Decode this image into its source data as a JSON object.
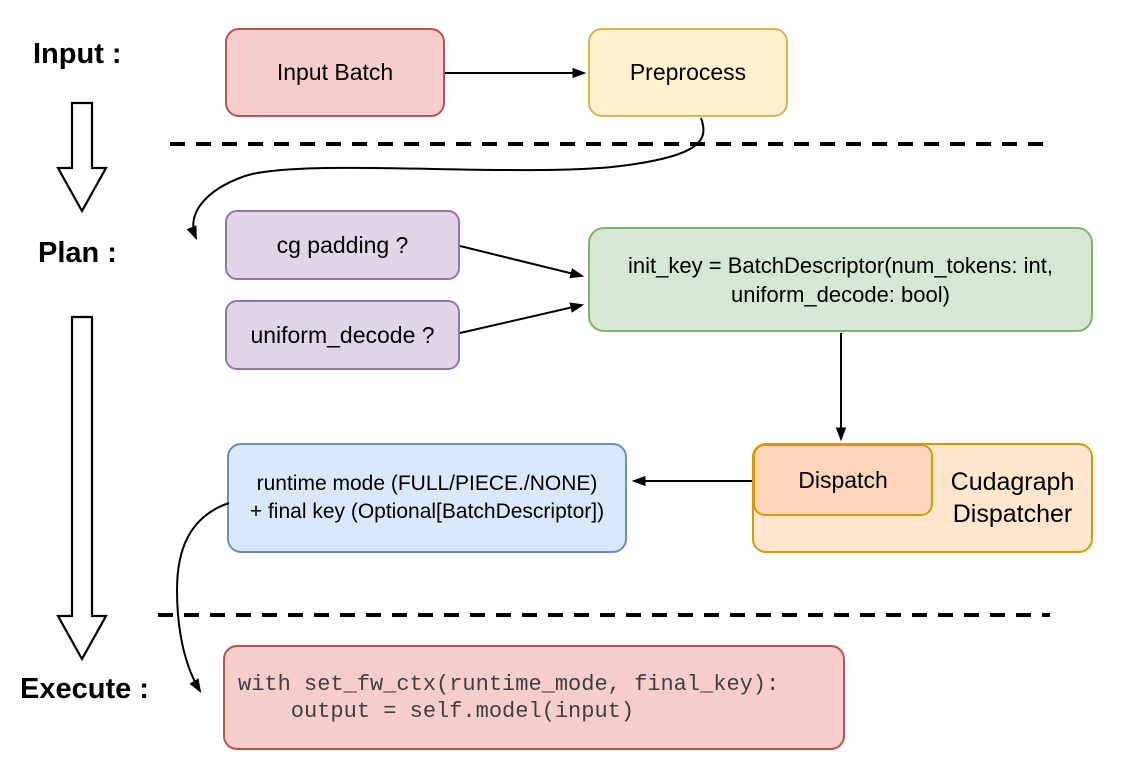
{
  "labels": {
    "input": "Input :",
    "plan": "Plan :",
    "execute": "Execute :"
  },
  "nodes": {
    "input_batch": {
      "text": "Input Batch"
    },
    "preprocess": {
      "text": "Preprocess"
    },
    "cg_padding": {
      "text": "cg padding ?"
    },
    "uniform_decode": {
      "text": "uniform_decode ?"
    },
    "init_key": {
      "line1": "init_key = BatchDescriptor(num_tokens: int,",
      "line2": "uniform_decode: bool)"
    },
    "dispatch": {
      "text": "Dispatch"
    },
    "cudagraph_dispatcher": {
      "line1": "Cudagraph",
      "line2": "Dispatcher"
    },
    "runtime_mode": {
      "line1": "runtime mode (FULL/PIECE./NONE)",
      "line2": "+ final key (Optional[BatchDescriptor])"
    },
    "execute_code": {
      "line1": "with set_fw_ctx(runtime_mode, final_key):",
      "line2": "    output = self.model(input)"
    }
  },
  "colors": {
    "red_fill": "#f8cecc",
    "red_stroke": "#b85450",
    "yellow_fill": "#fff2cc",
    "yellow_stroke": "#d6b656",
    "purple_fill": "#e1d5e7",
    "purple_stroke": "#9673a6",
    "green_fill": "#d5e8d4",
    "green_stroke": "#82b366",
    "blue_fill": "#dae8fc",
    "blue_stroke": "#6c8ebf",
    "orange_fill": "#ffe6cc",
    "orange_stroke": "#d79b00",
    "salmon_fill": "#fdd5bb",
    "line_color": "#000000",
    "code_text": "#3f3f3f"
  }
}
